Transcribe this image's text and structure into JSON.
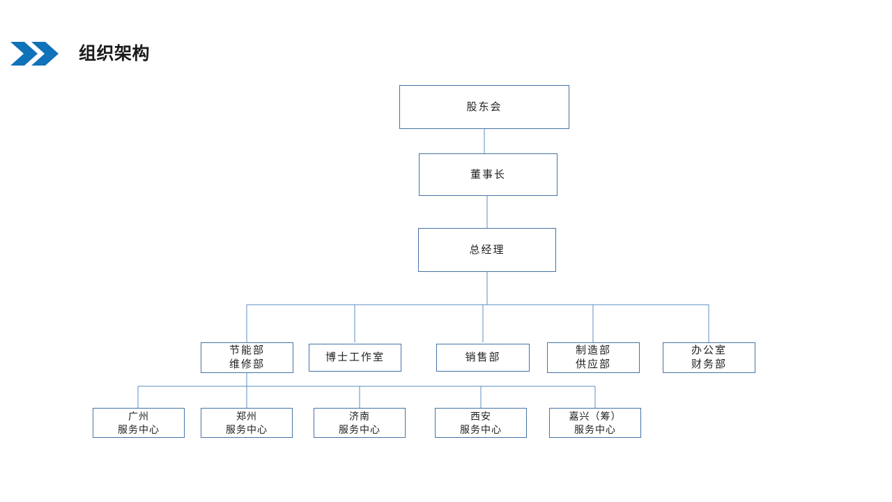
{
  "slide": {
    "background_color": "#ffffff",
    "accent_color": "#1072b8",
    "node_border_color": "#4472a4",
    "connector_color": "#5b8cc0"
  },
  "header": {
    "title": "组织架构",
    "icon": "double-chevron-right-icon"
  },
  "chart_data": {
    "type": "diagram",
    "title": "组织架构",
    "orientation": "top-down",
    "levels": [
      {
        "level": 1,
        "nodes": [
          "股东会"
        ]
      },
      {
        "level": 2,
        "nodes": [
          "董事长"
        ]
      },
      {
        "level": 3,
        "nodes": [
          "总经理"
        ]
      },
      {
        "level": 4,
        "nodes": [
          "节能部\n维修部",
          "博士工作室",
          "销售部",
          "制造部\n供应部",
          "办公室\n财务部"
        ]
      },
      {
        "level": 5,
        "nodes": [
          "广州\n服务中心",
          "郑州\n服务中心",
          "济南\n服务中心",
          "西安\n服务中心",
          "嘉兴（筹）\n服务中心"
        ]
      }
    ],
    "edges": [
      {
        "from": "股东会",
        "to": "董事长"
      },
      {
        "from": "董事长",
        "to": "总经理"
      },
      {
        "from": "总经理",
        "to": "节能部\n维修部"
      },
      {
        "from": "总经理",
        "to": "博士工作室"
      },
      {
        "from": "总经理",
        "to": "销售部"
      },
      {
        "from": "总经理",
        "to": "制造部\n供应部"
      },
      {
        "from": "总经理",
        "to": "办公室\n财务部"
      },
      {
        "from": "节能部\n维修部",
        "to": "广州\n服务中心"
      },
      {
        "from": "节能部\n维修部",
        "to": "郑州\n服务中心"
      },
      {
        "from": "节能部\n维修部",
        "to": "济南\n服务中心"
      },
      {
        "from": "节能部\n维修部",
        "to": "西安\n服务中心"
      },
      {
        "from": "节能部\n维修部",
        "to": "嘉兴（筹）\n服务中心"
      }
    ]
  },
  "nodes": {
    "shareholders": {
      "label": "股东会"
    },
    "chairman": {
      "label": "董事长"
    },
    "general_manager": {
      "label": "总经理"
    },
    "dept_energy": {
      "line1": "节能部",
      "line2": "维修部"
    },
    "dept_doctor_studio": {
      "label": "博士工作室"
    },
    "dept_sales": {
      "label": "销售部"
    },
    "dept_manufacturing": {
      "line1": "制造部",
      "line2": "供应部"
    },
    "dept_office": {
      "line1": "办公室",
      "line2": "财务部"
    },
    "center_guangzhou": {
      "line1": "广州",
      "line2": "服务中心"
    },
    "center_zhengzhou": {
      "line1": "郑州",
      "line2": "服务中心"
    },
    "center_jinan": {
      "line1": "济南",
      "line2": "服务中心"
    },
    "center_xian": {
      "line1": "西安",
      "line2": "服务中心"
    },
    "center_jiaxing": {
      "line1": "嘉兴（筹）",
      "line2": "服务中心"
    }
  }
}
